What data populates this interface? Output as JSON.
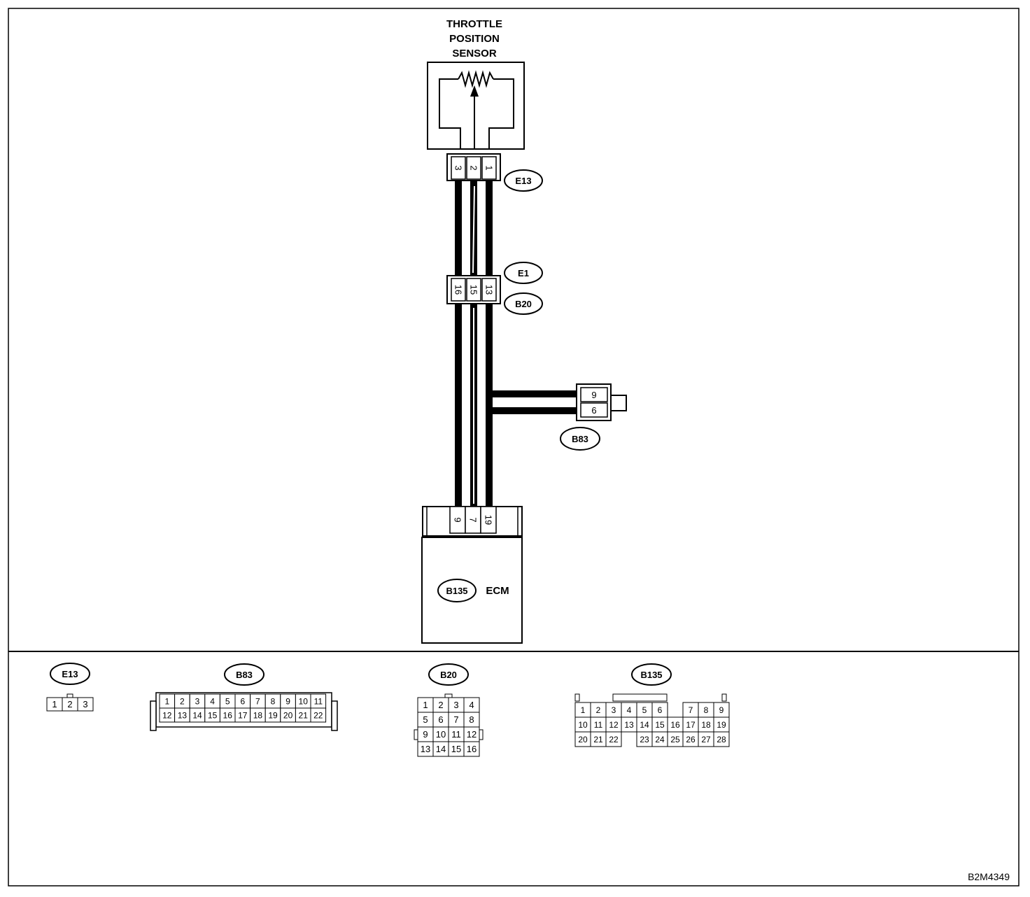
{
  "sensor": {
    "title_lines": [
      "THROTTLE",
      "POSITION",
      "SENSOR"
    ]
  },
  "connectors": {
    "e13": {
      "id": "E13",
      "pins": [
        "3",
        "2",
        "1"
      ]
    },
    "e1": {
      "id": "E1"
    },
    "b20": {
      "id": "B20",
      "pins": [
        "16",
        "15",
        "13"
      ]
    },
    "b83": {
      "id": "B83",
      "pins": [
        "9",
        "6"
      ]
    },
    "ecm": {
      "id": "B135",
      "label": "ECM",
      "pins": [
        "9",
        "7",
        "19"
      ]
    }
  },
  "faces": {
    "e13": {
      "id": "E13",
      "rows": [
        [
          "1",
          "2",
          "3"
        ]
      ]
    },
    "b83": {
      "id": "B83",
      "rows": [
        [
          "1",
          "2",
          "3",
          "4",
          "5",
          "6",
          "7",
          "8",
          "9",
          "10",
          "11"
        ],
        [
          "12",
          "13",
          "14",
          "15",
          "16",
          "17",
          "18",
          "19",
          "20",
          "21",
          "22"
        ]
      ]
    },
    "b20": {
      "id": "B20",
      "rows": [
        [
          "1",
          "2",
          "3",
          "4"
        ],
        [
          "5",
          "6",
          "7",
          "8"
        ],
        [
          "9",
          "10",
          "11",
          "12"
        ],
        [
          "13",
          "14",
          "15",
          "16"
        ]
      ]
    },
    "b135": {
      "id": "B135",
      "rows": [
        [
          "1",
          "2",
          "3",
          "4",
          "5",
          "6",
          "",
          "7",
          "8",
          "9"
        ],
        [
          "10",
          "11",
          "12",
          "13",
          "14",
          "15",
          "16",
          "17",
          "18",
          "19"
        ],
        [
          "20",
          "21",
          "22",
          "",
          "23",
          "24",
          "25",
          "26",
          "27",
          "28"
        ]
      ]
    }
  },
  "figure_code": "B2M4349"
}
